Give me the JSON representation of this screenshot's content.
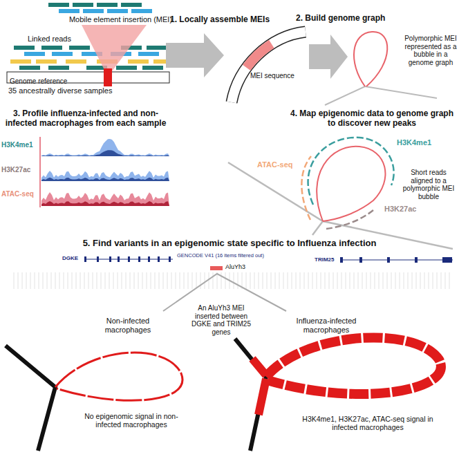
{
  "diagram": {
    "nodes": [
      {
        "text": [
          "Genome reference"
        ]
      }
    ],
    "labels": [
      "Mobile element insertion (MEI)",
      "Linked reads",
      "35 ancestrally diverse samples",
      "1. Locally assemble MEIs",
      "MEI sequence",
      "2. Build genome graph",
      "Polymorphic MEI represented as a bubble in a genome graph",
      "3. Profile influenza-infected and non-infected macrophages from each sample",
      "H3K4me1",
      "H3K27ac",
      "ATAC-seq",
      "4. Map epigenomic data to genome graph to discover new peaks",
      "H3K4me1",
      "ATAC-seq",
      "H3K27ac",
      "Short reads aligned to a polymorphic MEI bubble",
      "5. Find variants in an epigenomic state specific to Influenza infection",
      "DGKE",
      "GENCODE V41 (16 items filtered out)",
      "TRIM25",
      "AluYh3",
      "Non-infected macrophages",
      "An AluYh3 MEI inserted between DGKE and TRIM25 genes",
      "Influenza-infected macrophages",
      "No epigenomic signal in non-infected macrophages",
      "H3K4me1, H3K27ac, ATAC-seq signal in infected macrophages"
    ]
  }
}
